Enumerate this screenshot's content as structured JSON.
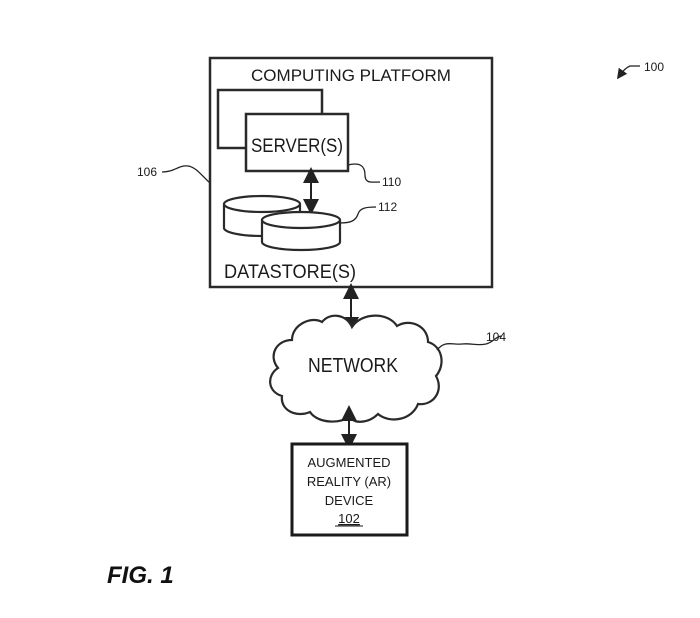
{
  "figure": {
    "caption": "FIG. 1",
    "ref_system": "100"
  },
  "computing_platform": {
    "title": "COMPUTING PLATFORM",
    "ref": "106",
    "servers": {
      "label": "SERVER(S)",
      "ref": "110"
    },
    "datastores": {
      "label": "DATASTORE(S)",
      "ref": "112"
    }
  },
  "network": {
    "label": "NETWORK",
    "ref": "104"
  },
  "ar_device": {
    "lines": [
      "AUGMENTED",
      "REALITY (AR)",
      "DEVICE"
    ],
    "ref": "102"
  }
}
